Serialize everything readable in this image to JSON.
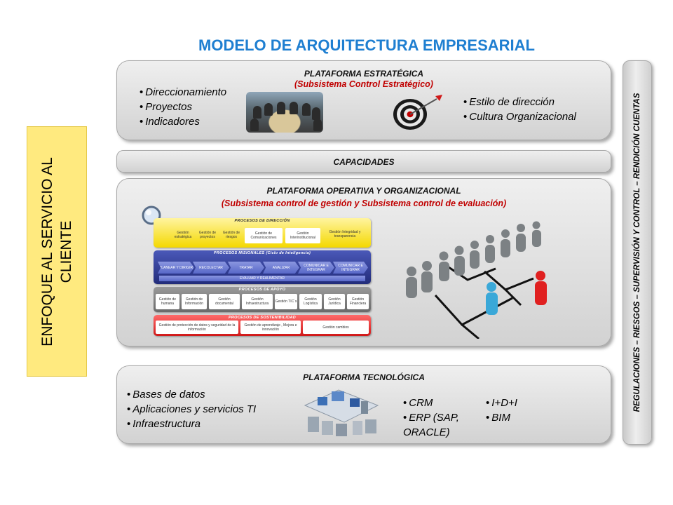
{
  "title": "MODELO DE ARQUITECTURA EMPRESARIAL",
  "left_box": {
    "text": "ENFOQUE AL SERVICIO AL CLIENTE"
  },
  "right_band": {
    "text": "REGULACIONES – RIESGOS – SUPERVISIÓN Y CONTROL – RENDICIÓN CUENTAS"
  },
  "strategic": {
    "title": "PLATAFORMA ESTRATÉGICA",
    "subtitle": "(Subsistema Control Estratégico)",
    "left_items": [
      "Direccionamiento",
      "Proyectos",
      "Indicadores"
    ],
    "right_items": [
      "Estilo de dirección",
      "Cultura Organizacional"
    ]
  },
  "capacidades": {
    "title": "CAPACIDADES"
  },
  "operational": {
    "title": "PLATAFORMA   OPERATIVA Y ORGANIZACIONAL",
    "subtitle": "(Subsistema control  de gestión  y Subsistema control de  evaluación)",
    "processes": {
      "direccion": {
        "title": "PROCESOS    DE    DIRECCIÓN",
        "items": [
          "Gestión estratégica",
          "Gestión de proyectos",
          "Gestión de riesgos",
          "Gestión de Comunicaciones",
          "Gestión Interinstitucional",
          "Gestión Integridad y transparencia"
        ]
      },
      "misionales": {
        "title": "PROCESOS  MISIONALES  (Ciclo de Inteligencia)",
        "items": [
          "PLANEAR Y DIRIGIR",
          "RECOLECTAR",
          "TRATAR",
          "ANALIZAR",
          "COMUNICAR E INTEGRAR",
          "COMUNICAR E INTEGRAR"
        ],
        "footer": "EVALUAR Y REALIMENTAR"
      },
      "apoyo": {
        "title": "PROCESOS DE APOYO",
        "items": [
          "Gestión de humana",
          "Gestión de Información",
          "Gestión documental",
          "Gestión Infraestructura",
          "Gestión TIC´s",
          "Gestión Logística",
          "Gestión Jurídica",
          "Gestión Financiera"
        ]
      },
      "sostenibilidad": {
        "title": "PROCESOS   DE   SOSTENIBILIDAD",
        "items": [
          "Gestión de protección de datos y seguridad de la información",
          "Gestión de aprendizaje , Mejora e innovación",
          "Gestión cambios"
        ]
      }
    }
  },
  "technology": {
    "title": "PLATAFORMA TECNOLÓGICA",
    "left_items": [
      "Bases de datos",
      "Aplicaciones y servicios TI",
      "Infraestructura"
    ],
    "mid_items": [
      "CRM",
      "ERP (SAP,",
      "ORACLE)"
    ],
    "right_items": [
      "I+D+I",
      "BIM"
    ]
  },
  "colors": {
    "title_blue": "#1f7fd1",
    "subtitle_red": "#c00000",
    "left_box_yellow": "#ffea7f",
    "panel_gray": "#d9d9d9"
  }
}
